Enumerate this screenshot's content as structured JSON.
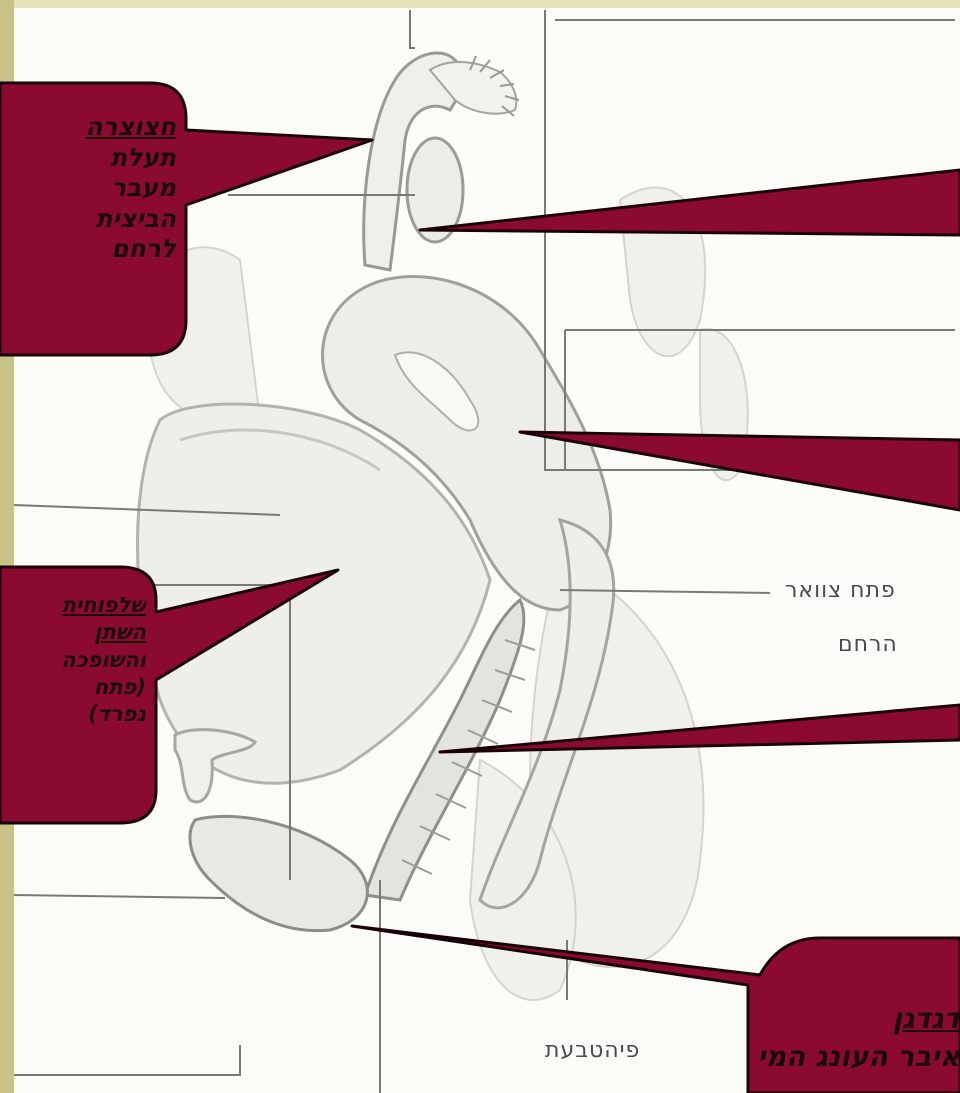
{
  "colors": {
    "callout_fill": "#8a0a30",
    "callout_stroke": "#1a0006",
    "callout_text": "#1a0a0a",
    "background": "#fbfbf8",
    "slide_frame": "#dcd6a2",
    "drawing_line": "#9a9a9a"
  },
  "callouts": {
    "fallopian_tube": {
      "title": "חצוצרה",
      "lines": [
        "תעלת",
        "מעבר",
        "הביצית",
        "לרחם"
      ]
    },
    "labia": {
      "title": "שלפוחית",
      "title_2": "השתן",
      "lines": [
        "והשופכה",
        "(פתח",
        "נפרד)"
      ]
    },
    "vulva": {
      "title": "דגדגן",
      "lines": [
        "איבר העונג המיני"
      ]
    }
  },
  "diagram_labels": {
    "cervix_line1": "פתח צוואר",
    "cervix_line2": "הרחם",
    "perineum": "פיהטבעת"
  }
}
